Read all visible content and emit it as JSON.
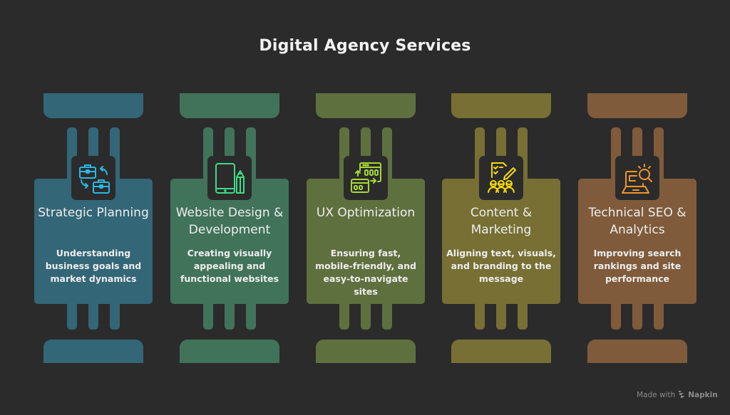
{
  "title": "Digital Agency Services",
  "background": "#2b2b2b",
  "columns": [
    {
      "title": "Strategic Planning",
      "description": "Understanding business goals and market dynamics",
      "icon": "briefcase-exchange-icon",
      "color": "#336677",
      "icon_color": "#2ab8e8"
    },
    {
      "title": "Website Design & Development",
      "description": "Creating visually appealing and functional websites",
      "icon": "mobile-pencil-icon",
      "color": "#41735a",
      "icon_color": "#3ddc84"
    },
    {
      "title": "UX Optimization",
      "description": "Ensuring fast, mobile-friendly, and easy-to-navigate sites",
      "icon": "browser-windows-arrows-icon",
      "color": "#5f703f",
      "icon_color": "#a6d933"
    },
    {
      "title": "Content & Marketing",
      "description": "Aligning text, visuals, and branding to the message",
      "icon": "checklist-pencil-audience-icon",
      "color": "#776f33",
      "icon_color": "#f5d90a"
    },
    {
      "title": "Technical SEO & Analytics",
      "description": "Improving search rankings and site performance",
      "icon": "laptop-magnifier-icon",
      "color": "#7f5b3b",
      "icon_color": "#f0962d"
    }
  ],
  "watermark": {
    "prefix": "Made with",
    "brand": "Napkin",
    "icon": "napkin-logo-icon"
  }
}
